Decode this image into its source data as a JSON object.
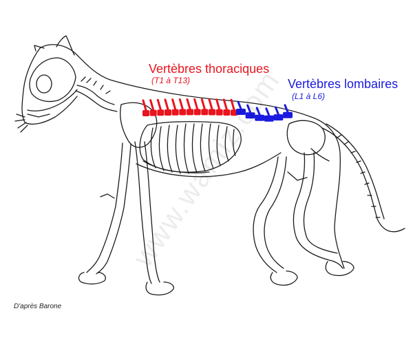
{
  "labels": {
    "thoracic_title": "Vertèbres thoraciques",
    "thoracic_range": "(T1 à T13)",
    "lumbar_title": "Vertèbres lombaires",
    "lumbar_range": "(L1 à L6)",
    "credit": "D'après Barone",
    "watermark": "www.wamiz.com"
  },
  "colors": {
    "thoracic": "#e8141e",
    "lumbar": "#1a1ae0",
    "outline": "#1a1a1a",
    "background": "#ffffff"
  },
  "vertebrae": {
    "thoracic_count": 13,
    "lumbar_count": 6
  }
}
